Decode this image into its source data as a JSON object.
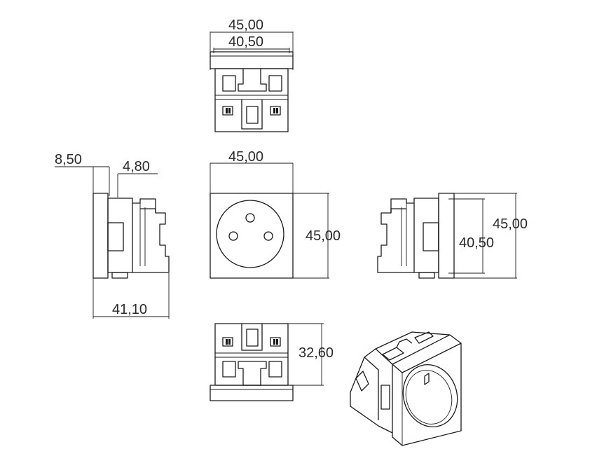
{
  "drawing": {
    "dims": {
      "top_outer_width": "45,00",
      "top_inner_width": "40,50",
      "left_depth": "8,50",
      "left_offset": "4,80",
      "left_total_depth": "41,10",
      "front_width": "45,00",
      "front_height": "45,00",
      "right_outer_height": "45,00",
      "right_inner_height": "40,50",
      "bottom_depth": "32,60"
    }
  }
}
